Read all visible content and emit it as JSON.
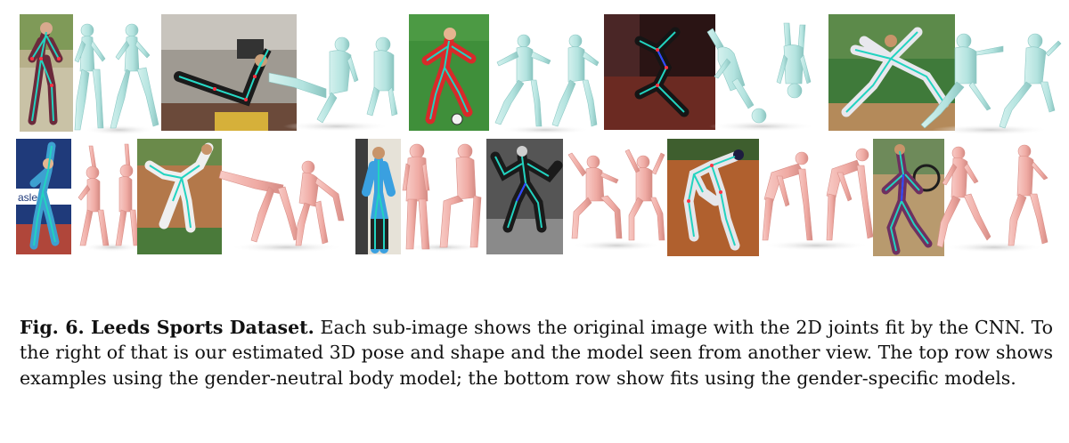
{
  "figure": {
    "label": "Fig. 6. Leeds Sports Dataset.",
    "caption": " Each sub-image shows the original image with the 2D joints fit by the CNN. To the right of that is our estimated 3D pose and shape and the model seen from another view. The top row shows examples using the gender-neutral body model; the bottom row show fits using the gender-specific models."
  },
  "colors": {
    "neutral_model": "#b9e6e3",
    "neutral_shade": "#8cc8c4",
    "specific_model": "#f2b3ad",
    "specific_shade": "#d98f88"
  },
  "rows": [
    {
      "name": "top-row",
      "model_type": "gender-neutral"
    },
    {
      "name": "bottom-row",
      "model_type": "gender-specific"
    }
  ]
}
